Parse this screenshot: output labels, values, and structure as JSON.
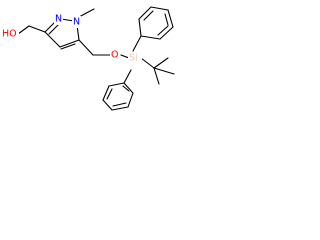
{
  "molecule": {
    "atoms": {
      "hydroxyl": "HO",
      "n1": "N",
      "n2": "N",
      "methyl": "",
      "ether_o": "O",
      "si": "Si"
    },
    "colors": {
      "bond": "#000000",
      "oxygen": "#ff0000",
      "nitrogen": "#0000ff",
      "silicon": "#f0c8a0",
      "carbon": "#000000"
    }
  }
}
